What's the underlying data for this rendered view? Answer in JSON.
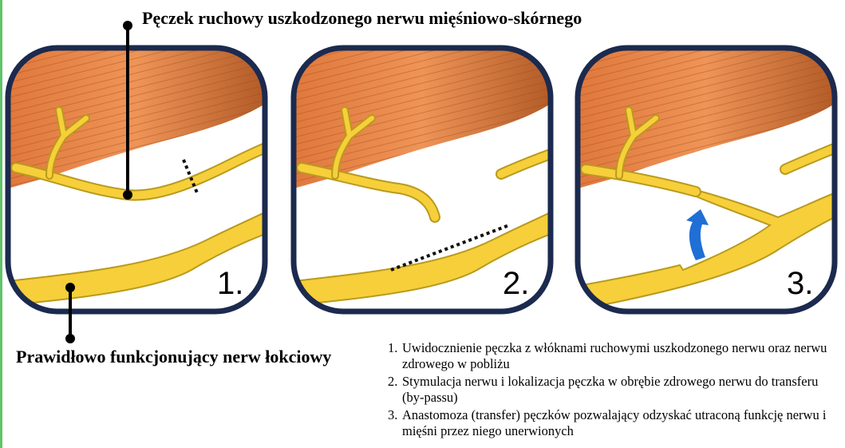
{
  "labels": {
    "top": "Pęczek ruchowy uszkodzonego nerwu mięśniowo-skórnego",
    "bottom": "Prawidłowo funkcjonujący nerw łokciowy"
  },
  "panels": [
    {
      "number": "1."
    },
    {
      "number": "2."
    },
    {
      "number": "3."
    }
  ],
  "steps": [
    {
      "num": "1.",
      "text": "Uwidocznienie pęczka z włóknami ruchowymi uszkodzonego nerwu oraz nerwu zdrowego w pobliżu"
    },
    {
      "num": "2.",
      "text": "Stymulacja nerwu i lokalizacja pęczka w obrębie zdrowego nerwu do transferu (by-passu)"
    },
    {
      "num": "3.",
      "text": "Anastomoza (transfer) pęczków pozwalający odzyskać utraconą funkcję nerwu i mięśni przez niego unerwionych"
    }
  ],
  "colors": {
    "frame": "#1b2a4e",
    "muscle_light": "#e9884a",
    "muscle_dark": "#b8652f",
    "nerve": "#f6cf3a",
    "nerve_outline": "#b99a1c",
    "arrow": "#1f6fd6",
    "border_accent": "#5fc46a"
  }
}
